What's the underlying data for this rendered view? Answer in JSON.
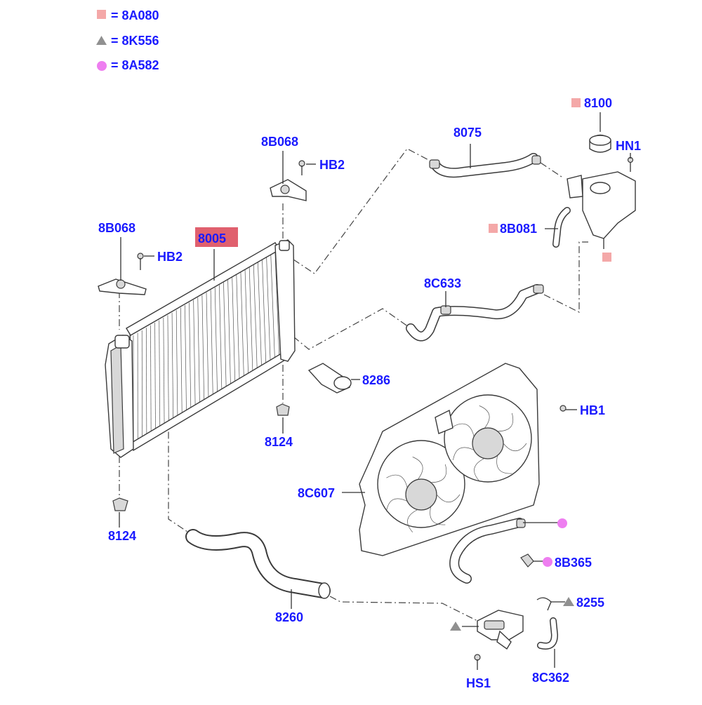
{
  "colors": {
    "label": "#1a1aff",
    "square_marker": "#f4a8a8",
    "triangle_marker": "#909090",
    "circle_marker": "#ee7ef0",
    "highlight": "#e0606e"
  },
  "legend": [
    {
      "marker": "square",
      "text": "= 8A080"
    },
    {
      "marker": "triangle",
      "text": "= 8K556"
    },
    {
      "marker": "circle",
      "text": "= 8A582"
    }
  ],
  "labels": {
    "p8005": "8005",
    "p8B068_top": "8B068",
    "pHB2_top": "HB2",
    "p8B068_left": "8B068",
    "pHB2_left": "HB2",
    "p8075": "8075",
    "p8100": "8100",
    "pHN1": "HN1",
    "p8B081": "8B081",
    "p8C633": "8C633",
    "p8286": "8286",
    "p8124_right": "8124",
    "p8124_left": "8124",
    "pHB1": "HB1",
    "p8C607": "8C607",
    "p8B365": "8B365",
    "p8255": "8255",
    "p8260": "8260",
    "pHS1": "HS1",
    "p8C362": "8C362"
  }
}
